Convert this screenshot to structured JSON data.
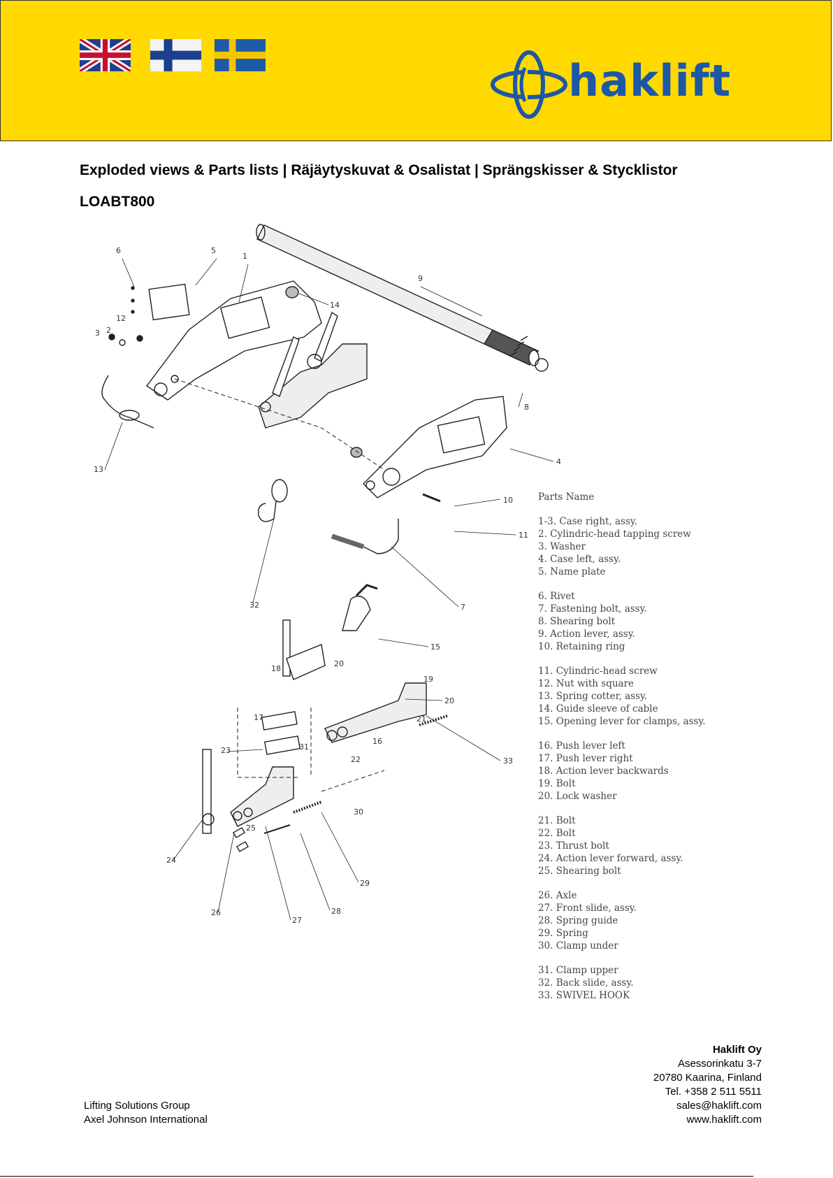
{
  "header": {
    "background": "#ffd900",
    "flags": [
      "uk-flag",
      "finland-flag",
      "sweden-flag"
    ],
    "logo_text": "haklift",
    "logo_color": "#1c58a6"
  },
  "title": "Exploded views & Parts lists | Räjäytyskuvat & Osalistat | Sprängskisser & Stycklistor",
  "model": "LOABT800",
  "diagram": {
    "callouts": [
      "1",
      "2",
      "3",
      "4",
      "5",
      "6",
      "7",
      "8",
      "9",
      "10",
      "11",
      "12",
      "13",
      "14",
      "15",
      "16",
      "17",
      "18",
      "19",
      "20",
      "20",
      "21",
      "22",
      "23",
      "24",
      "25",
      "26",
      "27",
      "28",
      "29",
      "30",
      "31",
      "32",
      "33"
    ]
  },
  "parts_list": {
    "heading": "Parts Name",
    "groups": [
      [
        "1-3. Case right, assy.",
        "2. Cylindric-head tapping screw",
        "3. Washer",
        "4. Case left, assy.",
        "5. Name plate"
      ],
      [
        "6. Rivet",
        "7. Fastening bolt, assy.",
        "8. Shearing bolt",
        "9. Action lever, assy.",
        "10. Retaining ring"
      ],
      [
        "11. Cylindric-head screw",
        "12. Nut with square",
        "13. Spring cotter, assy.",
        "14. Guide sleeve of cable",
        "15. Opening lever for clamps, assy."
      ],
      [
        "16. Push lever left",
        "17. Push lever right",
        "18. Action lever backwards",
        "19. Bolt",
        "20. Lock washer"
      ],
      [
        "21. Bolt",
        "22. Bolt",
        "23. Thrust bolt",
        "24. Action lever forward, assy.",
        "25. Shearing bolt"
      ],
      [
        "26. Axle",
        "27. Front slide, assy.",
        "28. Spring guide",
        "29. Spring",
        "30. Clamp under"
      ],
      [
        "31. Clamp upper",
        "32. Back slide, assy.",
        "33. SWIVEL HOOK"
      ]
    ]
  },
  "company": {
    "name": "Haklift Oy",
    "street": "Asessorinkatu 3-7",
    "city": "20780 Kaarina, Finland",
    "phone": "Tel. +358 2 511 5511",
    "email": "sales@haklift.com",
    "web": "www.haklift.com"
  },
  "group": {
    "line1": "Lifting Solutions Group",
    "line2": "Axel Johnson International"
  }
}
